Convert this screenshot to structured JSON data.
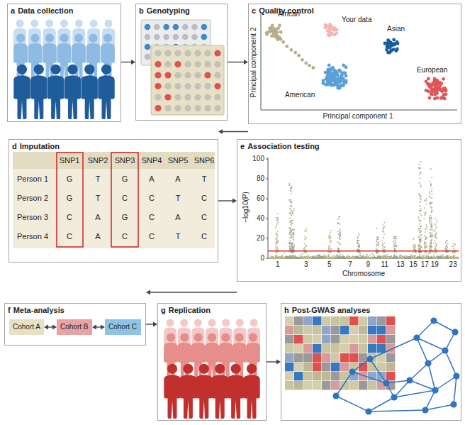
{
  "diagram": {
    "nodes": [
      {
        "text": [
          "a",
          "Data collection"
        ]
      },
      {
        "text": [
          "b",
          "Genotyping"
        ]
      },
      {
        "text": [
          "c",
          "Quality control"
        ]
      },
      {
        "text": [
          "d",
          "Imputation"
        ]
      },
      {
        "text": [
          "e",
          "Association testing"
        ]
      },
      {
        "text": [
          "f",
          "Meta-analysis"
        ]
      },
      {
        "text": [
          "Cohort A"
        ],
        "in": 5
      },
      {
        "text": [
          "Cohort B"
        ],
        "in": 5
      },
      {
        "text": [
          "Cohort C"
        ],
        "in": 5
      },
      {
        "text": [
          "g",
          "Replication"
        ]
      },
      {
        "text": [
          "h",
          "Post-GWAS analyses"
        ]
      }
    ],
    "edges": [
      {
        "from": 0,
        "to": 1,
        "arrow": "to"
      },
      {
        "from": 1,
        "to": 2,
        "arrow": "to"
      },
      {
        "from": 2,
        "to": 3,
        "arrow": "to"
      },
      {
        "from": 3,
        "to": 4,
        "arrow": "to"
      },
      {
        "from": 4,
        "to": 5,
        "arrow": "to"
      },
      {
        "from": 6,
        "to": 7,
        "arrow": "both"
      },
      {
        "from": 7,
        "to": 8,
        "arrow": "both"
      },
      {
        "from": 5,
        "to": 9,
        "arrow": "to"
      },
      {
        "from": 9,
        "to": 10,
        "arrow": "to"
      }
    ],
    "labels": [
      "African",
      "Your data",
      "Asian",
      "American",
      "European",
      "Principal component 2",
      "Principal component 1",
      "SNP1",
      "SNP2",
      "SNP3",
      "SNP4",
      "SNP5",
      "SNP6",
      "Person 1",
      "G",
      "T",
      "G",
      "A",
      "A",
      "T",
      "Person 2",
      "G",
      "T",
      "C",
      "C",
      "T",
      "C",
      "Person 3",
      "C",
      "A",
      "G",
      "C",
      "A",
      "C",
      "Person 4",
      "C",
      "A",
      "C",
      "C",
      "T",
      "C",
      "100",
      "80",
      "60",
      "40",
      "20",
      "0",
      "−log10(P)",
      "1",
      "3",
      "5",
      "7",
      "9",
      "11",
      "13",
      "15",
      "17",
      "19",
      "23",
      "Chromosome"
    ]
  }
}
